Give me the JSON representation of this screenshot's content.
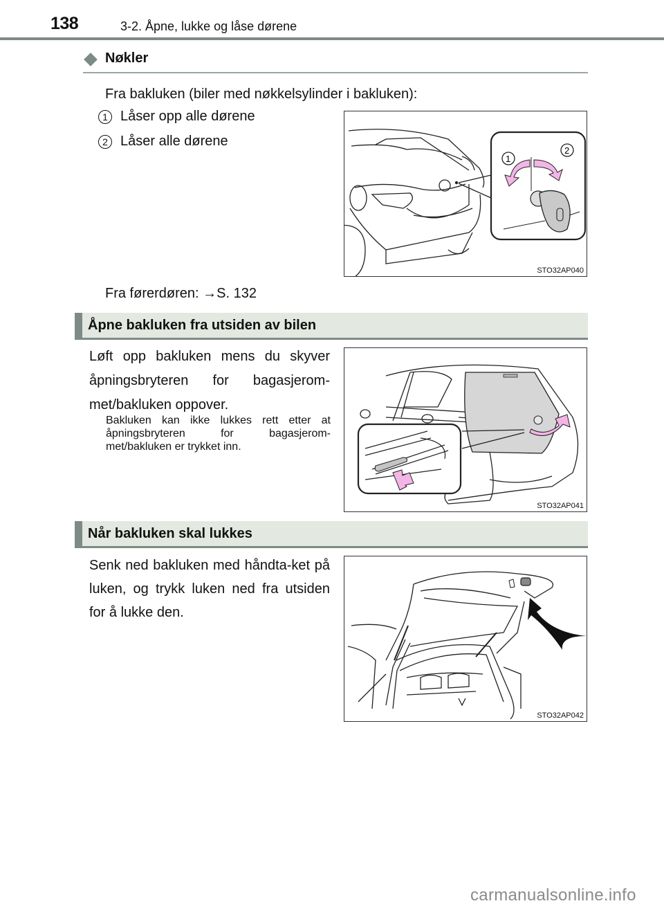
{
  "header": {
    "page_number": "138",
    "running_head": "3-2. Åpne, lukke og låse dørene"
  },
  "keys_section": {
    "heading": "Nøkler",
    "intro": "Fra bakluken (biler med nøkkelsylinder i bakluken):",
    "items": [
      {
        "number": "1",
        "label": "Låser opp alle dørene"
      },
      {
        "number": "2",
        "label": "Låser alle dørene"
      }
    ],
    "driver_door_ref": "Fra førerdøren: →S. 132",
    "figure": {
      "code": "STO32AP040",
      "callouts": [
        "1",
        "2"
      ],
      "arrow_color": "#f2b5e6"
    }
  },
  "open_section": {
    "title": "Åpne bakluken fra utsiden av bilen",
    "body": "Løft opp bakluken mens du skyver åpningsbryteren for bagasjerom-met/bakluken oppover.",
    "note": "Bakluken kan ikke lukkes rett etter at åpningsbryteren for bagasjerom-met/bakluken er trykket inn.",
    "figure": {
      "code": "STO32AP041",
      "arrow_color": "#f2b5e6"
    }
  },
  "close_section": {
    "title": "Når bakluken skal lukkes",
    "body": "Senk ned bakluken med håndta-ket på luken, og trykk luken ned fra utsiden for å lukke den.",
    "figure": {
      "code": "STO32AP042"
    }
  },
  "colors": {
    "rule": "#7d8b86",
    "section_bg": "#e3e8e0",
    "arrow_pink": "#f2b5e6"
  },
  "watermark": "carmanualsonline.info"
}
